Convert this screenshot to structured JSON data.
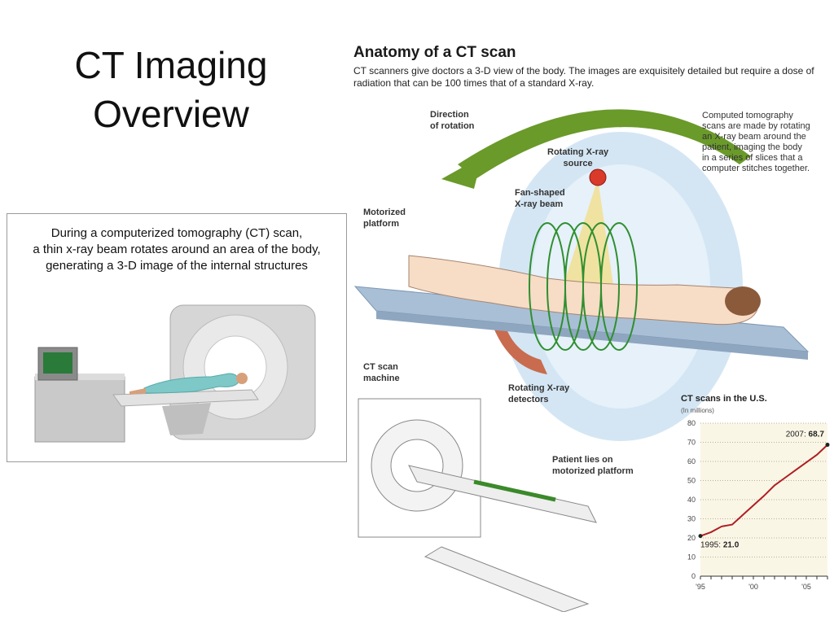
{
  "slide": {
    "title_line1": "CT Imaging",
    "title_line2": "Overview"
  },
  "photo": {
    "caption_line1": "During a computerized tomography (CT) scan,",
    "caption_line2": "a thin x-ray beam rotates around an area of the body,",
    "caption_line3": "generating a 3-D image of the internal structures"
  },
  "infographic": {
    "title": "Anatomy of a CT scan",
    "subtitle": "CT scanners give doctors a 3-D view of the body. The images are exquisitely detailed but require a dose of radiation that can be 100 times that of a standard X-ray.",
    "labels": {
      "direction_1": "Direction",
      "direction_2": "of rotation",
      "source_1": "Rotating X-ray",
      "source_2": "source",
      "beam_1": "Fan-shaped",
      "beam_2": "X-ray beam",
      "platform_1": "Motorized",
      "platform_2": "platform",
      "detectors_1": "Rotating X-ray",
      "detectors_2": "detectors",
      "machine_1": "CT scan",
      "machine_2": "machine",
      "patient_1": "Patient lies on",
      "patient_2": "motorized platform"
    },
    "note_lines": [
      "Computed tomography",
      "scans are made by rotating",
      "an X-ray beam around the",
      "patient, imaging the body",
      "in a series of slices that a",
      "computer stitches together."
    ],
    "colors": {
      "arrow": "#6a9a2a",
      "ring": "#2f8f2f",
      "line": "#b01e23",
      "ring_field": "#cfe3f3",
      "beam": "#f3df8a"
    }
  },
  "chart_data": {
    "type": "line",
    "title": "CT scans in the U.S.",
    "subtitle": "(In millions)",
    "x_ticks": [
      "'95",
      "'00",
      "'05"
    ],
    "y_ticks": [
      0,
      10,
      20,
      30,
      40,
      50,
      60,
      70,
      80
    ],
    "xlim": [
      1995,
      2007
    ],
    "ylim": [
      0,
      80
    ],
    "x": [
      1995,
      1996,
      1997,
      1998,
      1999,
      2000,
      2001,
      2002,
      2003,
      2004,
      2005,
      2006,
      2007
    ],
    "values": [
      21.0,
      23.0,
      26.0,
      27.0,
      32.0,
      37.0,
      42.0,
      47.5,
      51.5,
      55.5,
      59.5,
      63.5,
      68.7
    ],
    "annotations": [
      {
        "year_label": "1995:",
        "value_label": "21.0",
        "x": 1995,
        "y": 21.0
      },
      {
        "year_label": "2007:",
        "value_label": "68.7",
        "x": 2007,
        "y": 68.7
      }
    ],
    "grid": true
  }
}
